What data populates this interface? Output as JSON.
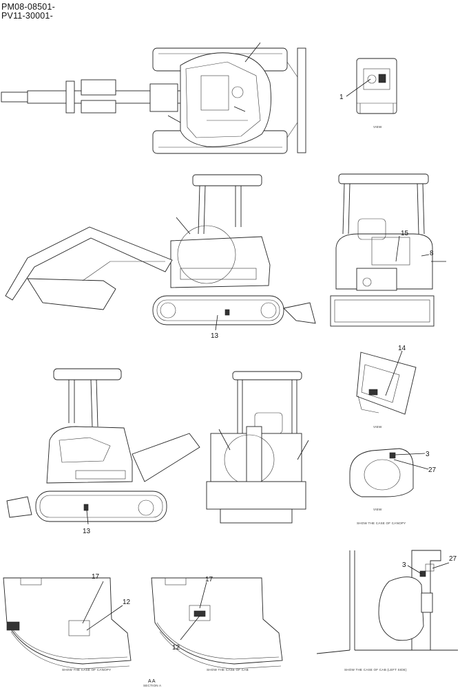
{
  "header": {
    "line1": "PM08-08501-",
    "line2": "PV11-30001-"
  },
  "callouts": {
    "c1": "1",
    "c8": "8",
    "c15": "15",
    "c13a": "13",
    "c13b": "13",
    "c14": "14",
    "c3a": "3",
    "c27a": "27",
    "c17a": "17",
    "c12a": "12",
    "c17b": "17",
    "c12b": "12",
    "c3b": "3",
    "c27b": "27"
  },
  "captions": {
    "view1": "VIEW",
    "view2": "VIEW",
    "view3": "VIEW",
    "show_canopy_right": "SHOW THE CASE OF CANOPY",
    "show_canopy": "SHOW THE CASE OF CANOPY",
    "show_cab": "SHOW THE CASE OF CAB",
    "show_cab_left": "SHOW THE CASE OF CAB (LEFT SIDE)",
    "section_label": "A A",
    "section_sub": "SECTION A"
  }
}
